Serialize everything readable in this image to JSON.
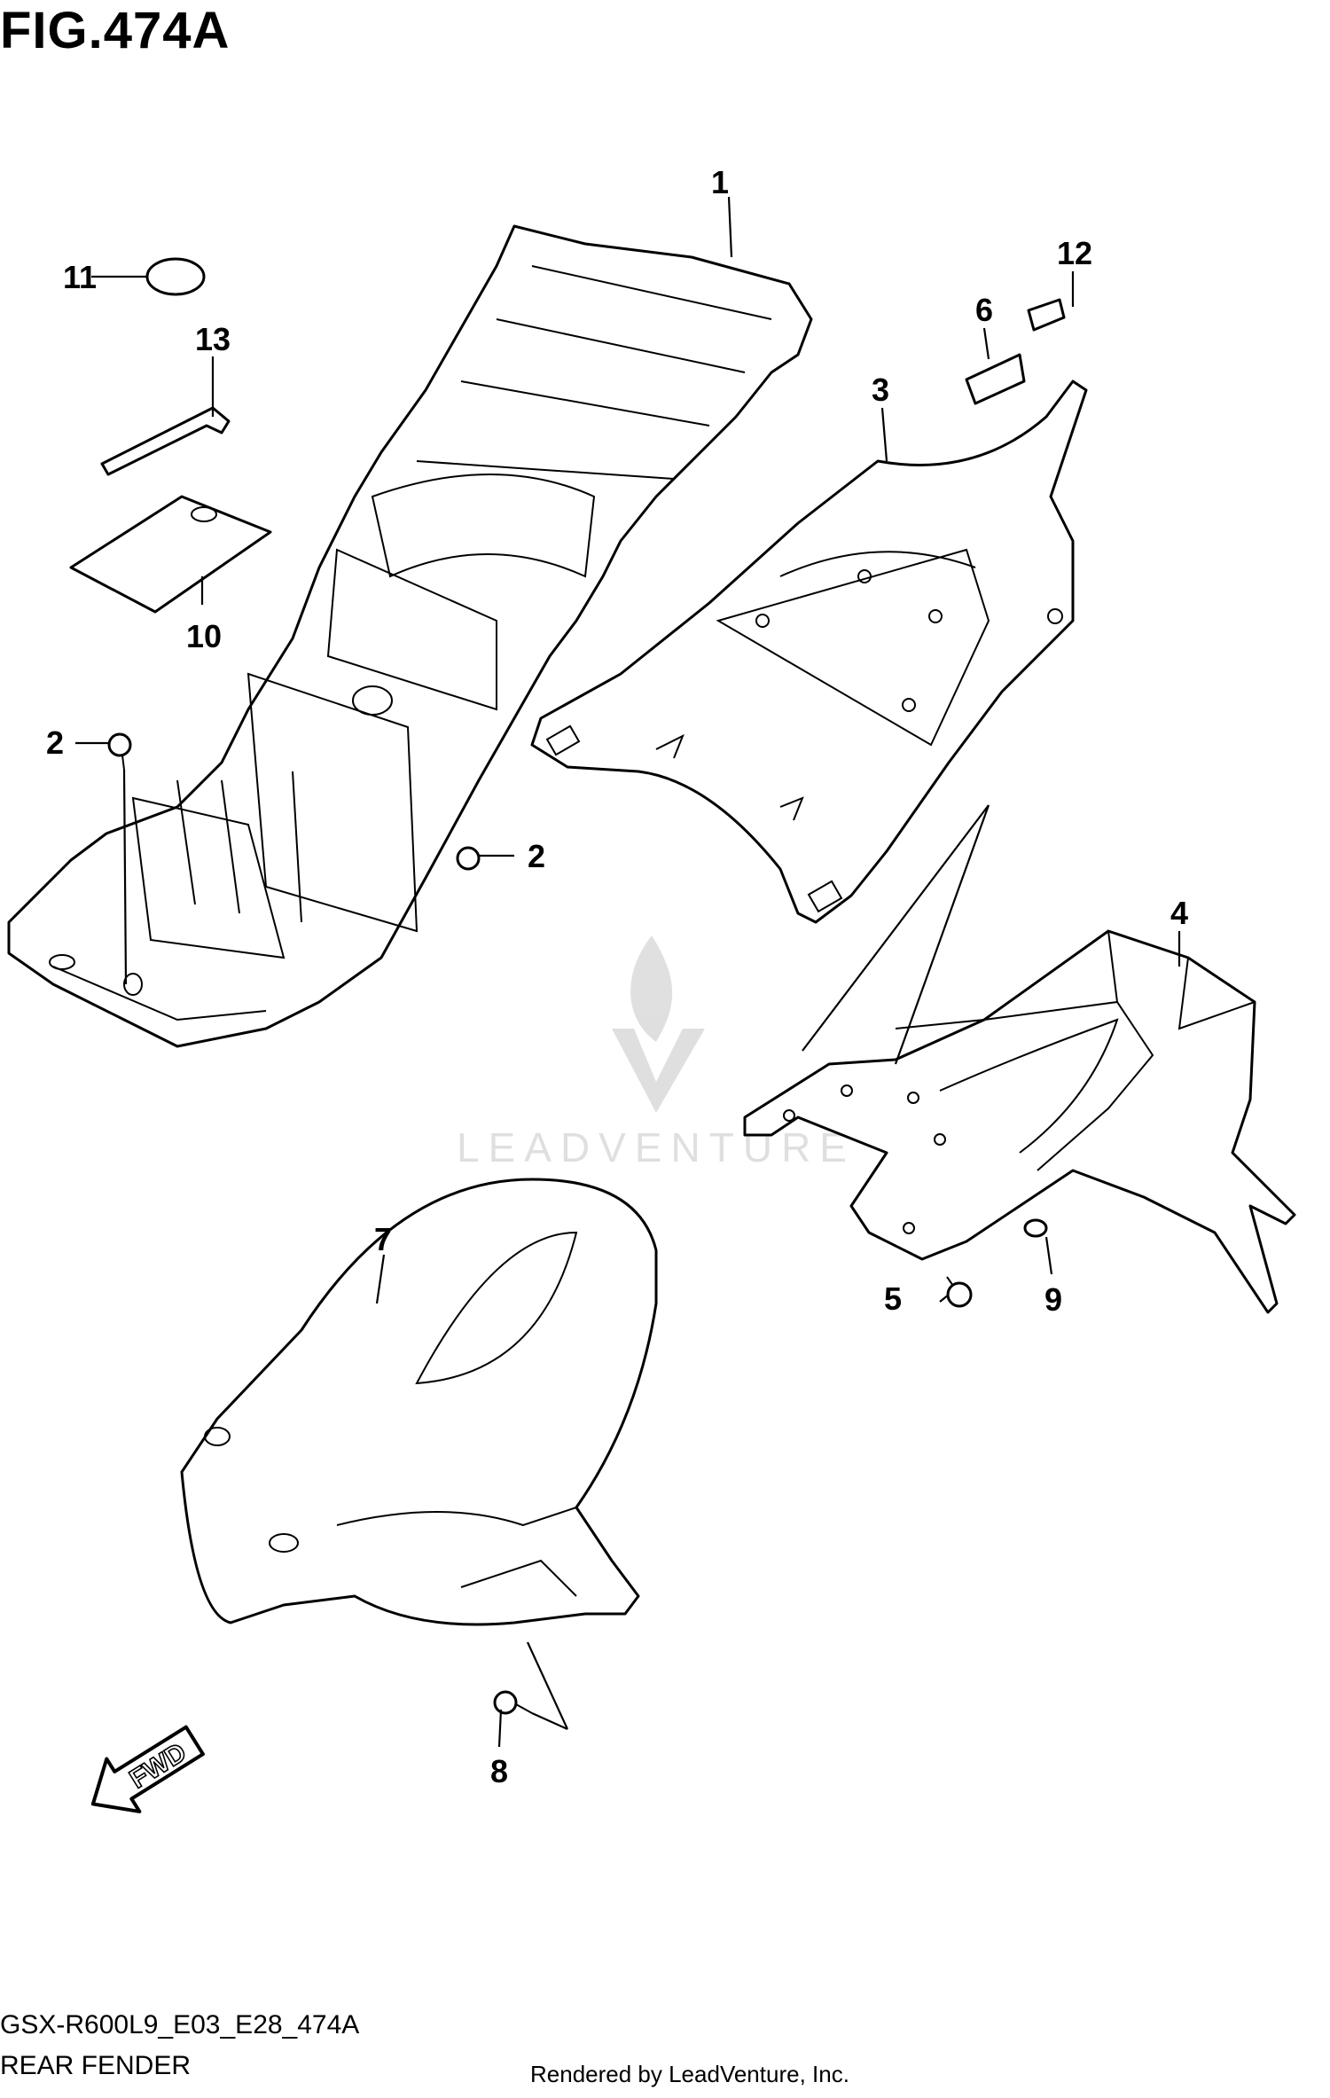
{
  "figure": {
    "title": "FIG.474A",
    "model_code": "GSX-R600L9_E03_E28_474A",
    "section_name": "REAR FENDER",
    "rendered_by": "Rendered by LeadVenture, Inc.",
    "watermark": "LEADVENTURE"
  },
  "callouts": [
    {
      "id": "1",
      "label": "1"
    },
    {
      "id": "2a",
      "label": "2"
    },
    {
      "id": "2b",
      "label": "2"
    },
    {
      "id": "3",
      "label": "3"
    },
    {
      "id": "4",
      "label": "4"
    },
    {
      "id": "5",
      "label": "5"
    },
    {
      "id": "6",
      "label": "6"
    },
    {
      "id": "7",
      "label": "7"
    },
    {
      "id": "8",
      "label": "8"
    },
    {
      "id": "9",
      "label": "9"
    },
    {
      "id": "10",
      "label": "10"
    },
    {
      "id": "11",
      "label": "11"
    },
    {
      "id": "12",
      "label": "12"
    },
    {
      "id": "13",
      "label": "13"
    }
  ],
  "fwd_arrow": {
    "label": "FWD"
  }
}
